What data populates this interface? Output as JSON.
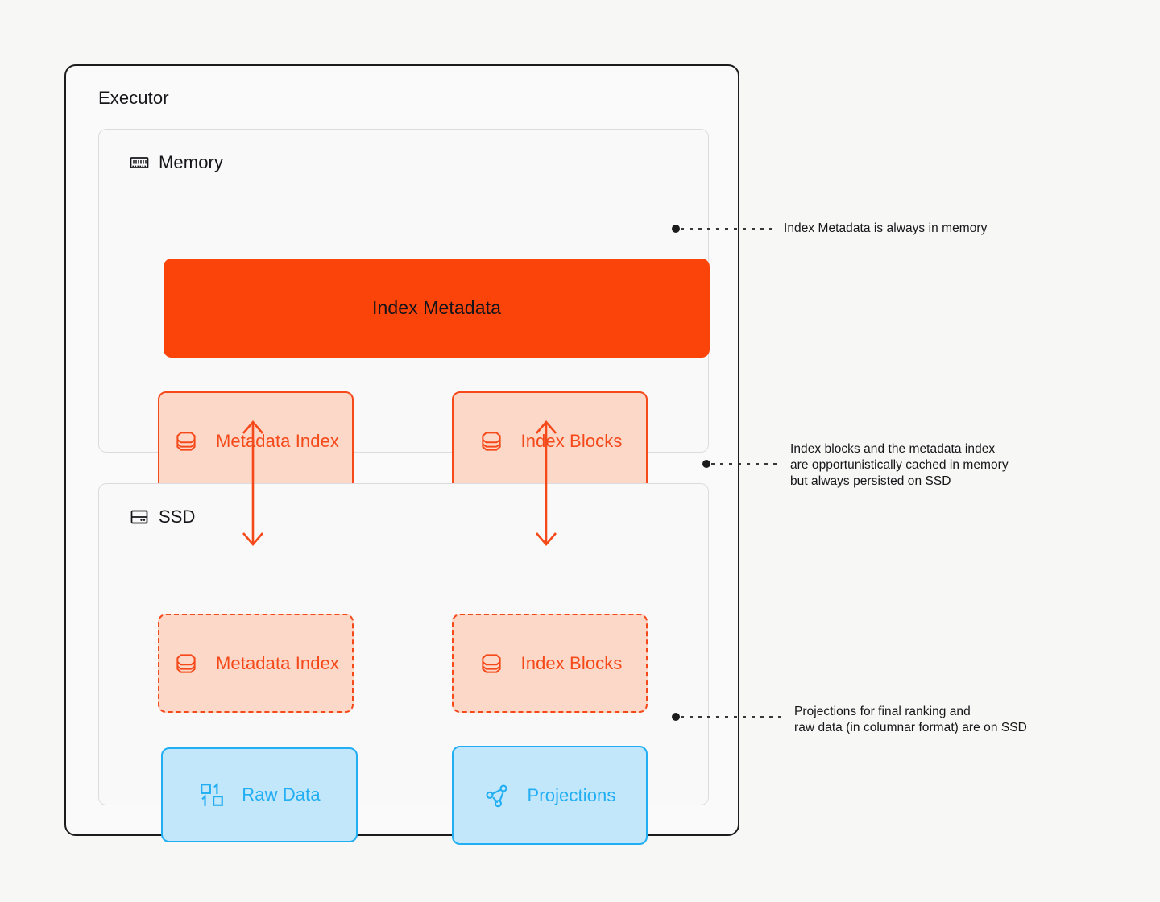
{
  "diagram": {
    "title": "Executor",
    "background_color": "#f7f7f5",
    "colors": {
      "accent_orange": "#fb4409",
      "orange_border": "#f5491a",
      "orange_fill": "#fcd8c9",
      "blue_border": "#22aef2",
      "blue_fill": "#c2e7fa",
      "panel_border": "#dcdce0",
      "outer_border": "#1c1c1c"
    }
  },
  "tiers": [
    {
      "id": "memory",
      "label": "Memory",
      "icon": "memory-ram-icon",
      "hero": {
        "label": "Index Metadata",
        "style": "solid-orange-filled"
      },
      "boxes": [
        {
          "label": "Metadata Index",
          "icon": "database-icon",
          "style": "orange-solid"
        },
        {
          "label": "Index Blocks",
          "icon": "database-icon",
          "style": "orange-solid"
        }
      ]
    },
    {
      "id": "ssd",
      "label": "SSD",
      "icon": "hard-drive-icon",
      "boxes": [
        {
          "label": "Metadata Index",
          "icon": "database-icon",
          "style": "orange-dashed"
        },
        {
          "label": "Index Blocks",
          "icon": "database-icon",
          "style": "orange-dashed"
        },
        {
          "label": "Raw Data",
          "icon": "binary-icon",
          "style": "blue"
        },
        {
          "label": "Projections",
          "icon": "node-graph-icon",
          "style": "blue"
        }
      ]
    }
  ],
  "connectors": [
    {
      "id": "metadata-index-sync",
      "type": "double-headed-arrow",
      "color": "#f5491a"
    },
    {
      "id": "index-blocks-sync",
      "type": "double-headed-arrow",
      "color": "#f5491a"
    }
  ],
  "annotations": [
    {
      "id": "index-metadata-note",
      "text": "Index Metadata is always in memory",
      "anchor_color": "#1c1c1c"
    },
    {
      "id": "cache-persistence-note",
      "text": "Index blocks and the metadata index\nare opportunistically cached in memory\nbut always persisted on SSD",
      "anchor_color": "#1c1c1c"
    },
    {
      "id": "projections-note",
      "text": "Projections for final ranking and\nraw data (in columnar format) are on SSD",
      "anchor_color": "#1c1c1c"
    }
  ]
}
